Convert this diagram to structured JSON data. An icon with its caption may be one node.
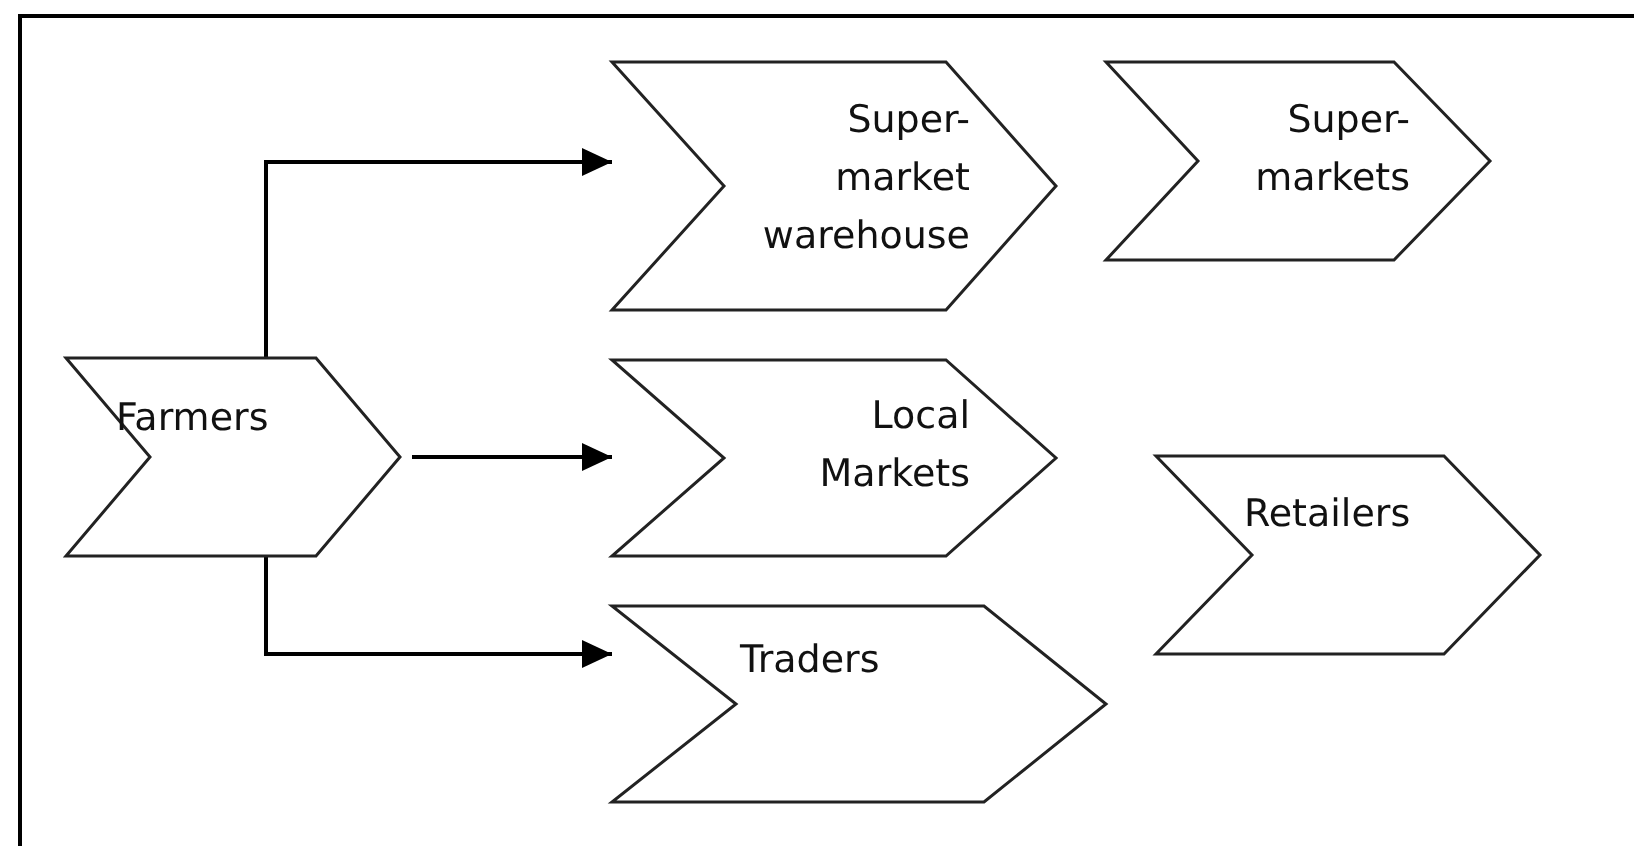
{
  "diagram": {
    "nodes": [
      {
        "text": [
          "Farmers"
        ]
      },
      {
        "text": [
          "Super- market warehouse"
        ]
      },
      {
        "text": [
          "Super- markets"
        ]
      },
      {
        "text": [
          "Local Markets"
        ]
      },
      {
        "text": [
          "Retailers"
        ]
      },
      {
        "text": [
          "Traders"
        ]
      }
    ],
    "edges": [
      {
        "from": 0,
        "to": 1,
        "arrow": "to"
      },
      {
        "from": 0,
        "to": 3,
        "arrow": "to"
      },
      {
        "from": 0,
        "to": 5,
        "arrow": "to"
      }
    ]
  }
}
